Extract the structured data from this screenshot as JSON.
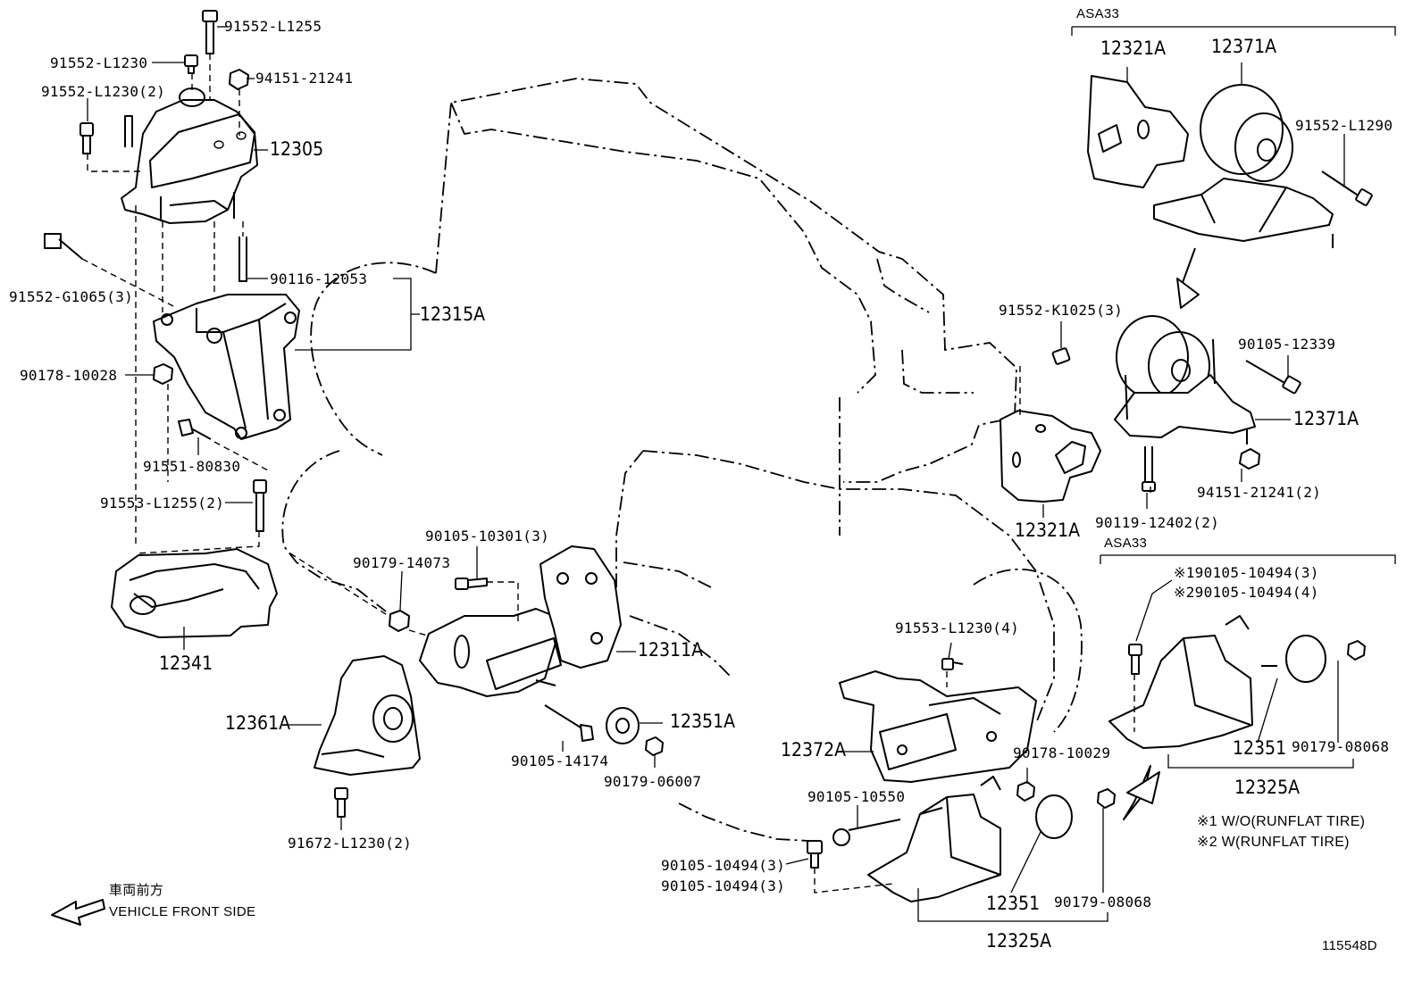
{
  "diagram": {
    "figure_id": "115548D",
    "group_labels": {
      "asa33_top": "ASA33",
      "asa33_bottom": "ASA33"
    },
    "direction": {
      "jp": "車両前方",
      "en": "VEHICLE FRONT SIDE"
    },
    "notes": [
      "※1 W/O(RUNFLAT TIRE)",
      "※2 W(RUNFLAT TIRE)"
    ],
    "callouts": {
      "c01": "91552-L1255",
      "c02": "91552-L1230",
      "c03": "91552-L1230(2)",
      "c04": "94151-21241",
      "c05": "12305",
      "c06": "91552-G1065(3)",
      "c07": "90116-12053",
      "c08": "12315A",
      "c09": "90178-10028",
      "c10": "91551-80830",
      "c11": "91553-L1255(2)",
      "c12": "12341",
      "c13": "90179-14073",
      "c14": "90105-10301(3)",
      "c15": "12311A",
      "c16": "12361A",
      "c17": "12351A",
      "c18": "90105-14174",
      "c19": "90179-06007",
      "c20": "91672-L1230(2)",
      "c21": "12321A",
      "c22": "12371A",
      "c23": "91552-L1290",
      "c24": "91552-K1025(3)",
      "c25": "90105-12339",
      "c26": "12371A",
      "c27": "94151-21241(2)",
      "c28": "90119-12402(2)",
      "c29": "12321A",
      "c30": "※190105-10494(3)",
      "c31": "※290105-10494(4)",
      "c32": "12351",
      "c33": "90179-08068",
      "c34": "12325A",
      "c35": "91553-L1230(4)",
      "c36": "12372A",
      "c37": "90178-10029",
      "c38": "90105-10550",
      "c39": "90105-10494(3)",
      "c40": "90105-10494(3)",
      "c41": "12351",
      "c42": "90179-08068",
      "c43": "12325A"
    }
  }
}
